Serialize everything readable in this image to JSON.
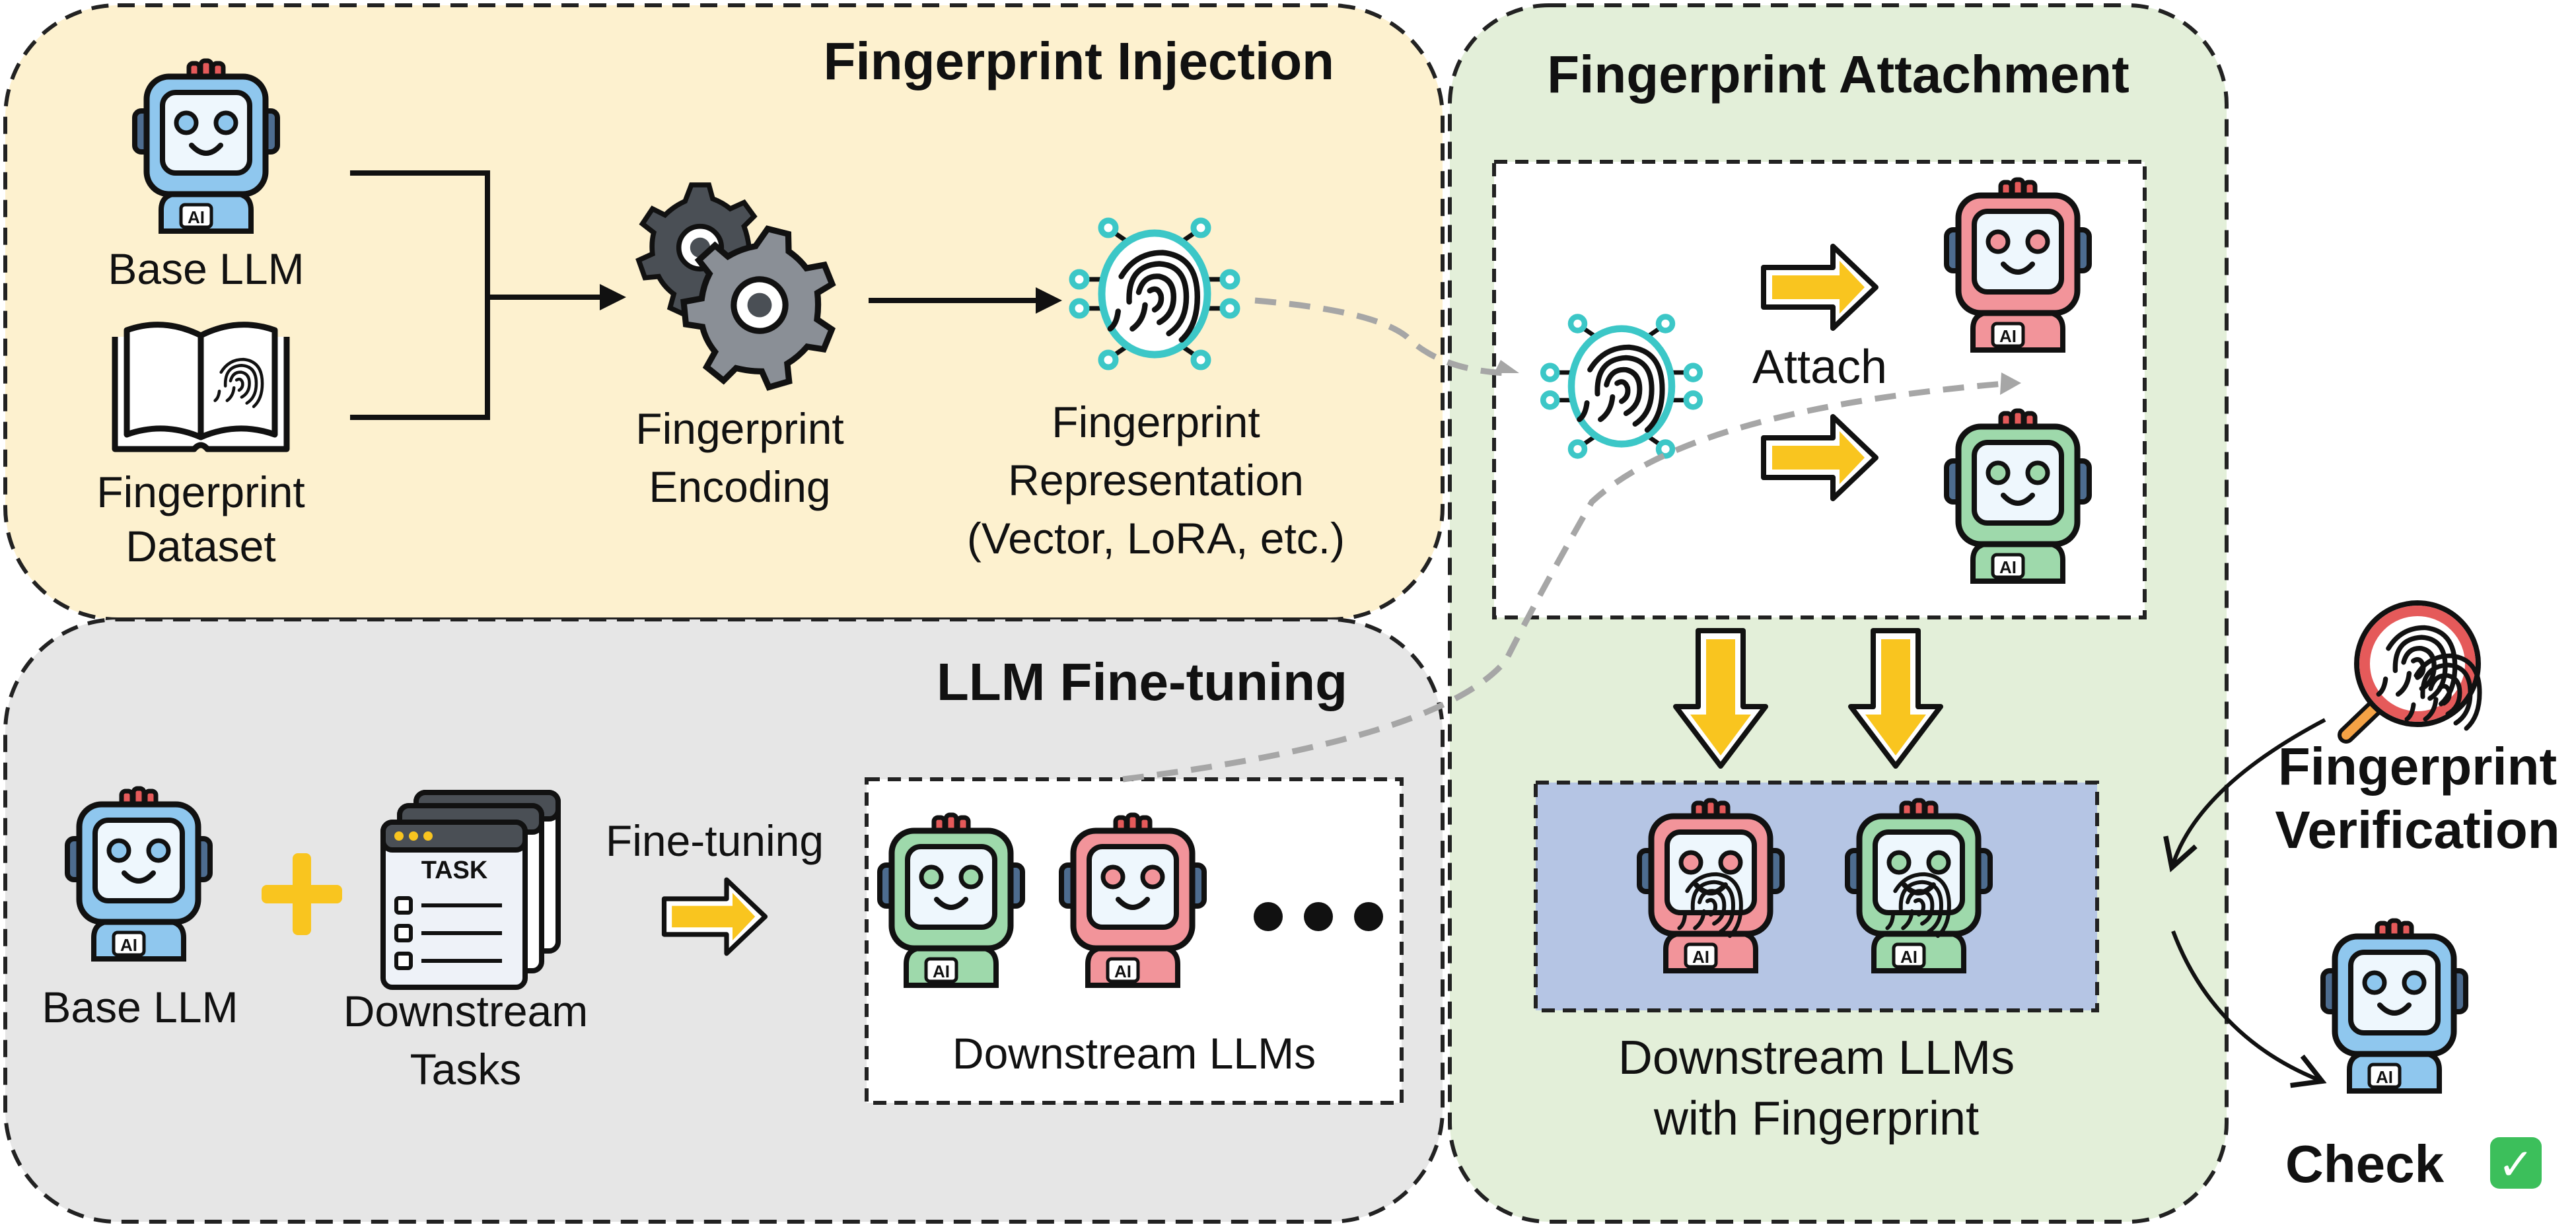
{
  "panels": {
    "injection_title": "Fingerprint Injection",
    "attachment_title": "Fingerprint Attachment",
    "finetuning_title": "LLM Fine-tuning"
  },
  "injection": {
    "base_llm": "Base LLM",
    "dataset_line1": "Fingerprint",
    "dataset_line2": "Dataset",
    "encoding_line1": "Fingerprint",
    "encoding_line2": "Encoding",
    "repr_line1": "Fingerprint",
    "repr_line2": "Representation",
    "repr_line3": "(Vector, LoRA, etc.)"
  },
  "finetuning": {
    "base_llm": "Base LLM",
    "tasks_line1": "Downstream",
    "tasks_line2": "Tasks",
    "task_card": "TASK",
    "arrow_label": "Fine-tuning",
    "downstream_llms": "Downstream LLMs"
  },
  "attachment": {
    "attach_label": "Attach",
    "robot_badge": "AI",
    "fp_llms_line1": "Downstream LLMs",
    "fp_llms_line2": "with Fingerprint"
  },
  "verification": {
    "line1": "Fingerprint",
    "line2": "Verification",
    "check": "Check",
    "check_mark": "✓"
  },
  "colors": {
    "injection_panel": "#fdf1cf",
    "finetuning_panel": "#e6e6e6",
    "attachment_panel": "#e3efd9",
    "fp_llms_box": "#b5c5e4",
    "robot_blue": "#8fc7ee",
    "robot_red": "#f2949a",
    "robot_green": "#9ed9ab",
    "arrow_yellow": "#f9c51f",
    "teal": "#3cc7c7",
    "check_green": "#3cbf5b"
  }
}
